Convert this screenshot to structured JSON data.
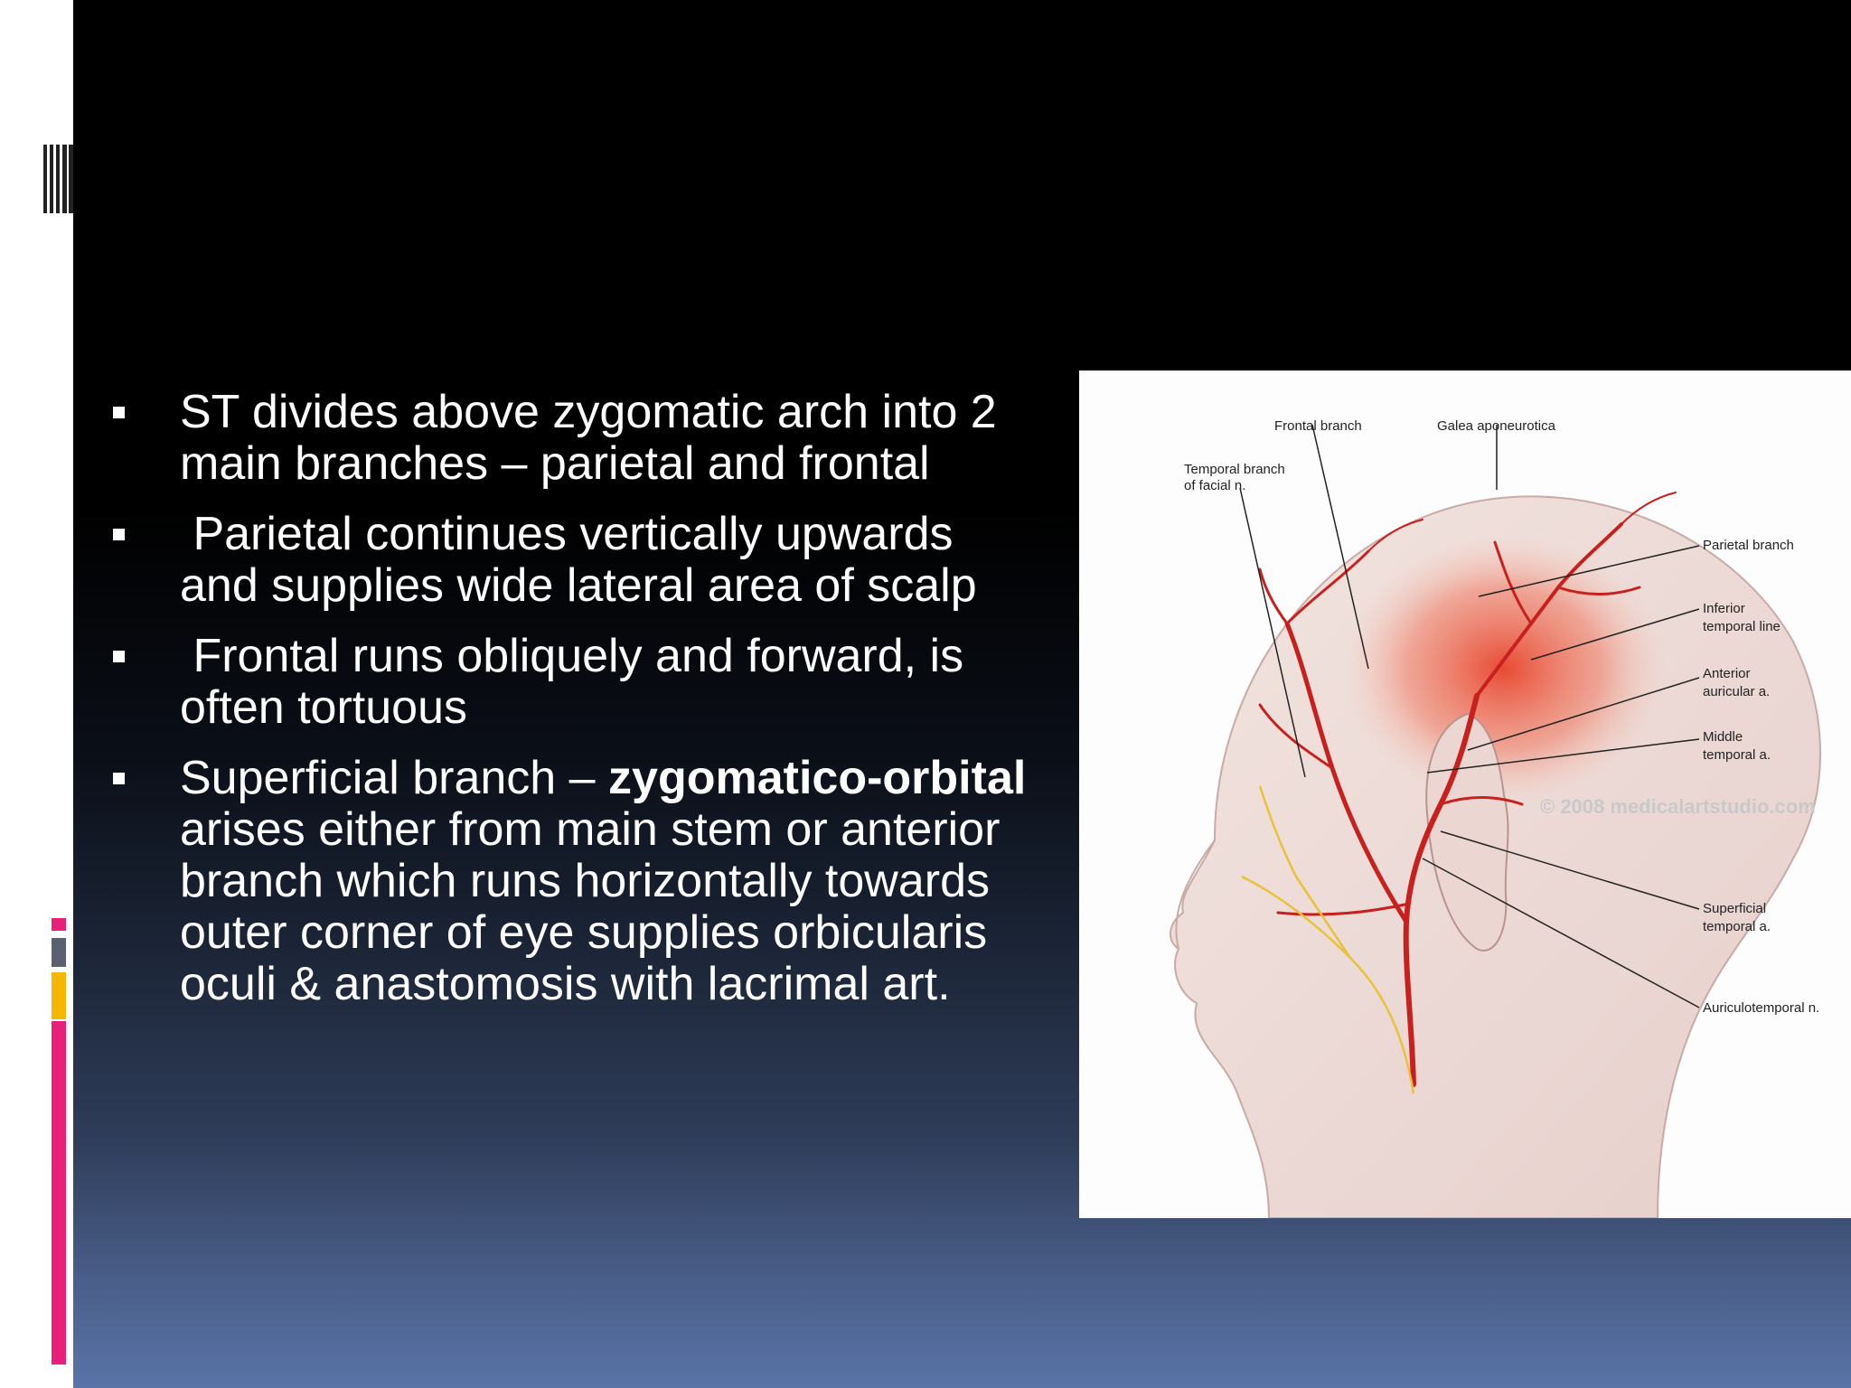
{
  "slide": {
    "bullets": [
      {
        "text": "ST divides above zygomatic arch into 2 main branches – parietal and frontal"
      },
      {
        "text": " Parietal continues vertically upwards and supplies wide lateral area of scalp"
      },
      {
        "text": " Frontal runs obliquely and forward, is often tortuous"
      },
      {
        "pre": "Superficial branch – ",
        "bold": "zygomatico-orbital",
        "post": " arises either from main stem or anterior branch which runs horizontally towards outer corner of eye supplies orbicularis oculi & anastomosis with lacrimal art."
      }
    ]
  },
  "figure": {
    "labels": {
      "frontal_branch": "Frontal branch",
      "galea": "Galea aponeurotica",
      "temporal_branch_1": "Temporal branch",
      "temporal_branch_2": "of facial n.",
      "parietal_branch": "Parietal branch",
      "inferior_temporal_1": "Inferior",
      "inferior_temporal_2": "temporal line",
      "anterior_auricular_1": "Anterior",
      "anterior_auricular_2": "auricular a.",
      "middle_temporal_1": "Middle",
      "middle_temporal_2": "temporal a.",
      "superficial_temporal_1": "Superficial",
      "superficial_temporal_2": "temporal a.",
      "auriculotemporal": "Auriculotemporal n."
    },
    "watermark": "© 2008 medicalartstudio.com"
  },
  "colors": {
    "accent_pink": "#e8207a",
    "accent_gray": "#5a6070",
    "accent_orange": "#f5b800",
    "artery_red": "#c8201e",
    "nerve_yellow": "#e8c23a"
  }
}
